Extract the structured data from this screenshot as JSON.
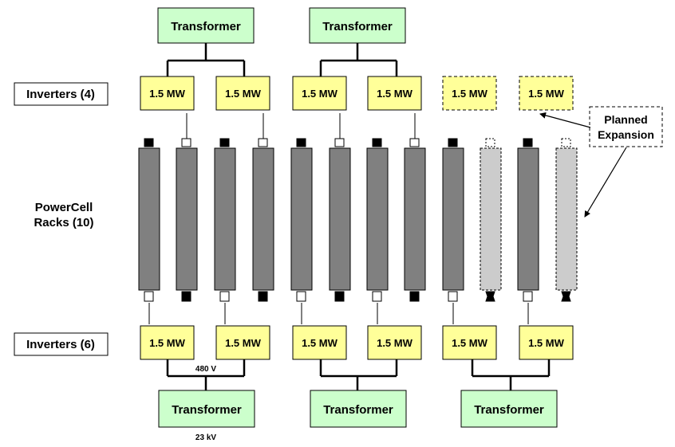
{
  "row_labels": {
    "inverters_top": "Inverters (4)",
    "racks_line1": "PowerCell",
    "racks_line2": "Racks (10)",
    "inverters_bottom": "Inverters (6)"
  },
  "top_transformers": [
    {
      "label": "Transformer"
    },
    {
      "label": "Transformer"
    }
  ],
  "bottom_transformers": [
    {
      "label": "Transformer"
    },
    {
      "label": "Transformer"
    },
    {
      "label": "Transformer"
    }
  ],
  "top_inverters": [
    {
      "label": "1.5 MW",
      "status": "existing"
    },
    {
      "label": "1.5 MW",
      "status": "existing"
    },
    {
      "label": "1.5 MW",
      "status": "existing"
    },
    {
      "label": "1.5 MW",
      "status": "existing"
    },
    {
      "label": "1.5 MW",
      "status": "planned"
    },
    {
      "label": "1.5 MW",
      "status": "planned"
    }
  ],
  "bottom_inverters": [
    {
      "label": "1.5 MW"
    },
    {
      "label": "1.5 MW"
    },
    {
      "label": "1.5 MW"
    },
    {
      "label": "1.5 MW"
    },
    {
      "label": "1.5 MW"
    },
    {
      "label": "1.5 MW"
    }
  ],
  "racks": [
    {
      "status": "existing",
      "top_terminal": "black",
      "bottom_terminal": "white"
    },
    {
      "status": "existing",
      "top_terminal": "white",
      "bottom_terminal": "black"
    },
    {
      "status": "existing",
      "top_terminal": "black",
      "bottom_terminal": "white"
    },
    {
      "status": "existing",
      "top_terminal": "white",
      "bottom_terminal": "black"
    },
    {
      "status": "existing",
      "top_terminal": "black",
      "bottom_terminal": "white"
    },
    {
      "status": "existing",
      "top_terminal": "white",
      "bottom_terminal": "black"
    },
    {
      "status": "existing",
      "top_terminal": "black",
      "bottom_terminal": "white"
    },
    {
      "status": "existing",
      "top_terminal": "white",
      "bottom_terminal": "black"
    },
    {
      "status": "existing",
      "top_terminal": "black",
      "bottom_terminal": "white"
    },
    {
      "status": "planned",
      "top_terminal": "dashed",
      "bottom_terminal": "broken"
    },
    {
      "status": "existing",
      "top_terminal": "black",
      "bottom_terminal": "white"
    },
    {
      "status": "planned",
      "top_terminal": "dashed",
      "bottom_terminal": "broken"
    }
  ],
  "voltage_labels": {
    "low": "480 V",
    "high": "23 kV"
  },
  "callout": {
    "line1": "Planned",
    "line2": "Expansion"
  },
  "colors": {
    "transformer_fill": "#ccffcc",
    "inverter_fill": "#ffff99",
    "rack_fill": "#808080",
    "planned_rack_fill": "#cccccc",
    "terminal_dark": "#000000",
    "line": "#000000"
  }
}
